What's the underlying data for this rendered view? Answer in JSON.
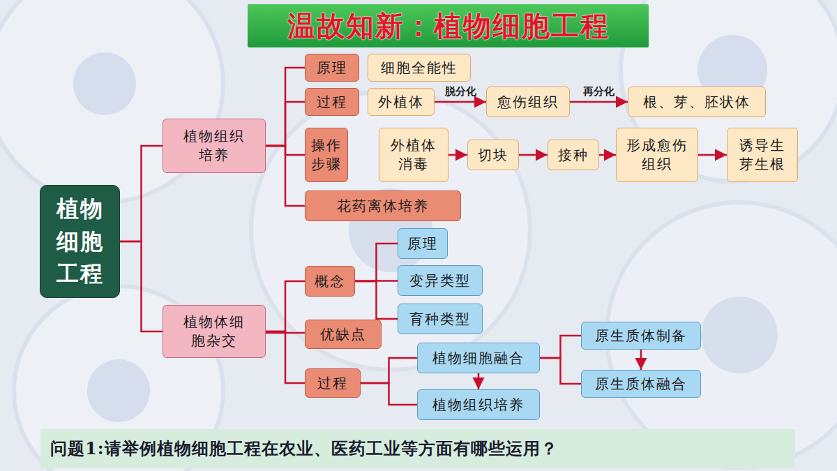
{
  "diagram": {
    "title": "温故知新：植物细胞工程",
    "caption": "问题1:请举例植物细胞工程在农业、医药工业等方面有哪些运用？",
    "nodes": [
      {
        "text": [
          "植物细胞工程"
        ]
      },
      {
        "text": [
          "植物组织培养"
        ]
      },
      {
        "text": [
          "原理"
        ]
      },
      {
        "text": [
          "细胞全能性"
        ]
      },
      {
        "text": [
          "过程"
        ]
      },
      {
        "text": [
          "外植体"
        ]
      },
      {
        "text": [
          "愈伤组织"
        ]
      },
      {
        "text": [
          "根、芽、胚状体"
        ]
      },
      {
        "text": [
          "操作步骤"
        ]
      },
      {
        "text": [
          "外植体消毒"
        ]
      },
      {
        "text": [
          "切块"
        ]
      },
      {
        "text": [
          "接种"
        ]
      },
      {
        "text": [
          "形成愈伤组织"
        ]
      },
      {
        "text": [
          "诱导生芽生根"
        ]
      },
      {
        "text": [
          "花药离体培养"
        ]
      },
      {
        "text": [
          "植物体细胞杂交"
        ]
      },
      {
        "text": [
          "概念"
        ]
      },
      {
        "text": [
          "原理"
        ]
      },
      {
        "text": [
          "变异类型"
        ]
      },
      {
        "text": [
          "育种类型"
        ]
      },
      {
        "text": [
          "优缺点"
        ]
      },
      {
        "text": [
          "过程"
        ]
      },
      {
        "text": [
          "植物细胞融合"
        ]
      },
      {
        "text": [
          "植物组织培养"
        ]
      },
      {
        "text": [
          "原生质体制备"
        ]
      },
      {
        "text": [
          "原生质体融合"
        ]
      }
    ],
    "edges": [
      {
        "from": 0,
        "to": 1,
        "arrow": "none"
      },
      {
        "from": 0,
        "to": 15,
        "arrow": "none"
      },
      {
        "from": 1,
        "to": 2,
        "arrow": "none"
      },
      {
        "from": 1,
        "to": 4,
        "arrow": "none"
      },
      {
        "from": 1,
        "to": 8,
        "arrow": "none"
      },
      {
        "from": 1,
        "to": 14,
        "arrow": "none"
      },
      {
        "from": 5,
        "to": 6,
        "label": "脱分化",
        "arrow": "to"
      },
      {
        "from": 6,
        "to": 7,
        "label": "再分化",
        "arrow": "to"
      },
      {
        "from": 9,
        "to": 10,
        "arrow": "to"
      },
      {
        "from": 10,
        "to": 11,
        "arrow": "to"
      },
      {
        "from": 11,
        "to": 12,
        "arrow": "to"
      },
      {
        "from": 12,
        "to": 13,
        "arrow": "to"
      },
      {
        "from": 15,
        "to": 16,
        "arrow": "none"
      },
      {
        "from": 15,
        "to": 20,
        "arrow": "none"
      },
      {
        "from": 15,
        "to": 21,
        "arrow": "none"
      },
      {
        "from": 16,
        "to": 17,
        "arrow": "none"
      },
      {
        "from": 16,
        "to": 18,
        "arrow": "none"
      },
      {
        "from": 16,
        "to": 19,
        "arrow": "none"
      },
      {
        "from": 21,
        "to": 22,
        "arrow": "none"
      },
      {
        "from": 21,
        "to": 23,
        "arrow": "none"
      },
      {
        "from": 22,
        "to": 23,
        "arrow": "to"
      },
      {
        "from": 22,
        "to": 24,
        "arrow": "none"
      },
      {
        "from": 22,
        "to": 25,
        "arrow": "none"
      },
      {
        "from": 24,
        "to": 25,
        "arrow": "to"
      }
    ]
  }
}
